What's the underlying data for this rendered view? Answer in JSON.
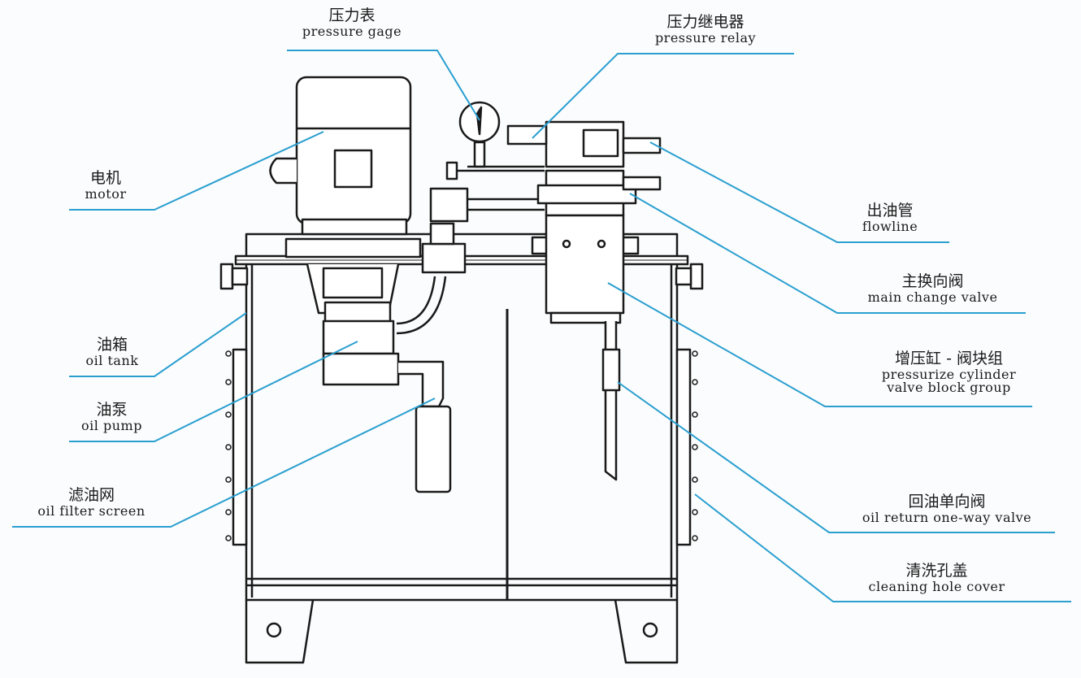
{
  "labels": {
    "pressure_gage": {
      "zh": "压力表",
      "en": "pressure gage"
    },
    "pressure_relay": {
      "zh": "压力继电器",
      "en": "pressure relay"
    },
    "motor": {
      "zh": "电机",
      "en": "motor"
    },
    "flowline": {
      "zh": "出油管",
      "en": "flowline"
    },
    "main_change_valve": {
      "zh": "主换向阀",
      "en": "main change valve"
    },
    "pressurize_cylinder": {
      "zh": "增压缸 - 阀块组",
      "en_line1": "pressurize cylinder",
      "en_line2": "valve  block group"
    },
    "oil_tank": {
      "zh": "油箱",
      "en": "oil tank"
    },
    "oil_pump": {
      "zh": "油泵",
      "en": "oil pump"
    },
    "oil_filter_screen": {
      "zh": "滤油网",
      "en": "oil filter screen"
    },
    "oil_return_valve": {
      "zh": "回油单向阀",
      "en": "oil return one-way valve"
    },
    "cleaning_hole_cover": {
      "zh": "清洗孔盖",
      "en": "cleaning hole cover"
    }
  },
  "colors": {
    "leader_line": "#2a9fd0",
    "outline": "#1a1a1a",
    "background": "#fbfcfd"
  }
}
